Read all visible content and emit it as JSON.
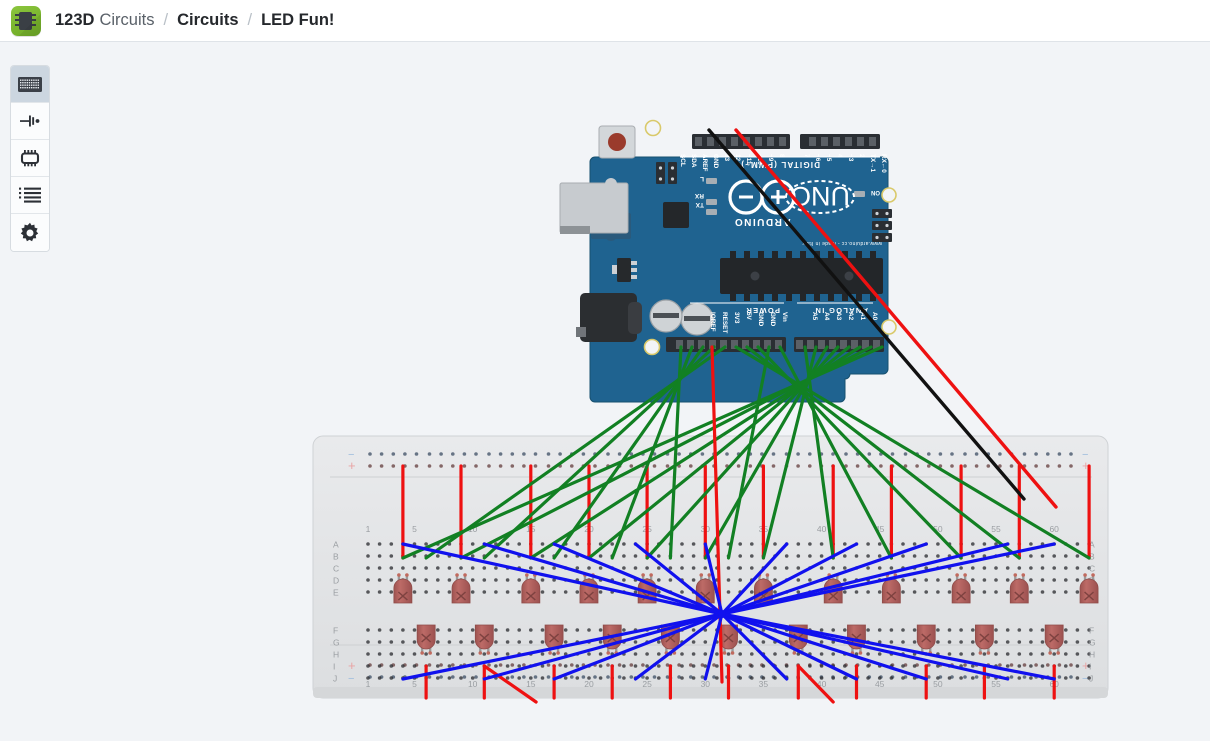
{
  "header": {
    "logo_icon": "chip-icon",
    "breadcrumb": {
      "brand_bold": "123D",
      "brand_light": "Circuits",
      "sep1": "/",
      "item2": "Circuits",
      "sep2": "/",
      "item3": "LED Fun!"
    }
  },
  "toolbar": {
    "items": [
      {
        "name": "breadboard",
        "icon": "breadboard-icon",
        "active": true
      },
      {
        "name": "components",
        "icon": "component-icon",
        "active": false
      },
      {
        "name": "integrated-circuit",
        "icon": "ic-chip-icon",
        "active": false
      },
      {
        "name": "components-list",
        "icon": "list-icon",
        "active": false
      },
      {
        "name": "settings",
        "icon": "gear-icon",
        "active": false
      }
    ]
  },
  "canvas": {
    "background_color": "#f2f4f7",
    "arduino": {
      "label_brand": "ARDUINO",
      "label_model": "UNO",
      "label_analog": "ANALOG IN",
      "label_power": "POWER",
      "label_digital": "DIGITAL (PWM~)",
      "label_credit": "www.arduino.cc - made in Italy",
      "label_on": "ON",
      "label_l": "L",
      "label_tx": "TX",
      "label_rx": "RX",
      "board_color": "#1f6390",
      "rotation_deg": 180,
      "analog_pins": [
        "A0",
        "A1",
        "A2",
        "A3",
        "A4",
        "A5"
      ],
      "power_pins": [
        "Vin",
        "GND",
        "GND",
        "5V",
        "3V3",
        "RESET",
        "IOREF"
      ],
      "digital_pins_high": [
        "SCL",
        "SDA",
        "AREF",
        "GND",
        "13",
        "12",
        "~11",
        "~10",
        "~9",
        "8"
      ],
      "digital_pins_low": [
        "7",
        "~6",
        "~5",
        "4",
        "~3",
        "2",
        "TX→1",
        "RX←0"
      ]
    },
    "breadboard": {
      "body_color": "#e3e5e7",
      "row_labels_top": [
        "A",
        "B",
        "C",
        "D",
        "E"
      ],
      "row_labels_bottom": [
        "F",
        "G",
        "H",
        "I",
        "J"
      ],
      "column_labels": [
        "1",
        "5",
        "10",
        "15",
        "20",
        "25",
        "30",
        "35",
        "40",
        "45",
        "50",
        "55",
        "60"
      ],
      "rail_plus": "+",
      "rail_minus": "−",
      "rail_plus_color": "#e8a0a0",
      "rail_minus_color": "#a8c4e0"
    },
    "wires": {
      "green_color": "#128023",
      "red_color": "#ee1111",
      "blue_color": "#1111ee",
      "black_color": "#111111",
      "green_count": 18,
      "red_count": 14,
      "blue_count": 14,
      "black_count": 1
    },
    "leds": {
      "count": 24,
      "body_color": "#b5635f",
      "leg_color": "#9a9a9a"
    }
  }
}
